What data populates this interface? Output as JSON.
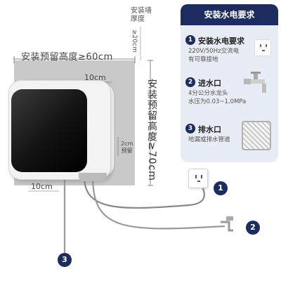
{
  "dimensions": {
    "width_label": "安装预留高度≥60cm",
    "height_label": "安装预留高度≥70cm",
    "wall_thickness_label_line1": "安装墙",
    "wall_thickness_label_line2": "厚度",
    "wall_thickness_value": "≥20cm",
    "side_gap_top": "10cm",
    "side_gap_bottom": "10cm",
    "gap_2cm_line1": "2cm",
    "gap_2cm_line2": "预留"
  },
  "panel": {
    "title": "安装水电要求",
    "items": [
      {
        "number": "1",
        "title": "安装水电要求",
        "desc_line1": "220V/50Hz交流电",
        "desc_line2": "有可靠接地"
      },
      {
        "number": "2",
        "title": "进水口",
        "desc_line1": "4分公分水龙头",
        "desc_line2": "水压为0.03~1.0MPa"
      },
      {
        "number": "3",
        "title": "排水口",
        "desc_line1": "地漏或排水管道",
        "desc_line2": ""
      }
    ]
  },
  "markers": [
    "1",
    "2",
    "3"
  ],
  "colors": {
    "accent": "#1d2c5e",
    "panel_bg": "#e8ecf5",
    "wall": "#c9c9c9"
  }
}
